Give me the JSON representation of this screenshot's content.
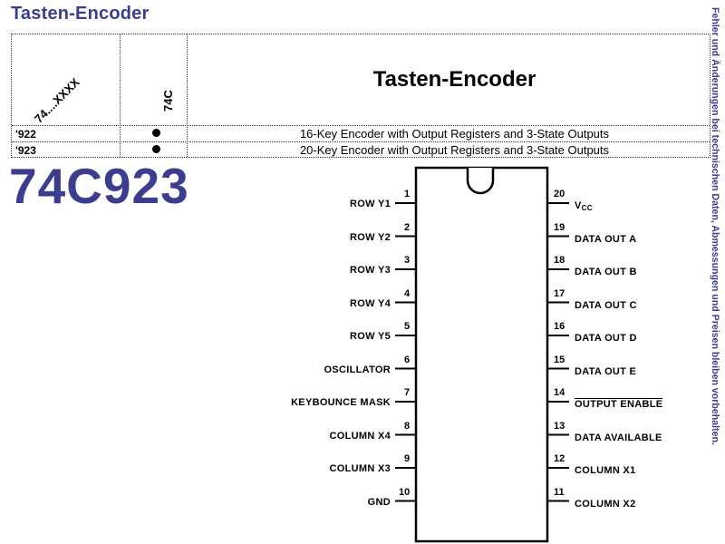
{
  "header": {
    "title": "Tasten-Encoder"
  },
  "side_note": "Fehler und Änderungen bei technischen Daten, Abmessungen und Preisen bleiben vorbehalten.",
  "part_number": "74C923",
  "variant_table": {
    "diag_label": "74....XXXX",
    "family_label": "74C",
    "title": "Tasten-Encoder",
    "rows": [
      {
        "code": "'922",
        "available": true,
        "description": "16-Key Encoder with Output Registers and 3-State Outputs"
      },
      {
        "code": "'923",
        "available": true,
        "description": "20-Key Encoder with Output Registers and 3-State Outputs"
      }
    ]
  },
  "pinout": {
    "left_pins": [
      {
        "num": "1",
        "label": "ROW Y1"
      },
      {
        "num": "2",
        "label": "ROW Y2"
      },
      {
        "num": "3",
        "label": "ROW Y3"
      },
      {
        "num": "4",
        "label": "ROW Y4"
      },
      {
        "num": "5",
        "label": "ROW Y5"
      },
      {
        "num": "6",
        "label": "OSCILLATOR"
      },
      {
        "num": "7",
        "label": "KEYBOUNCE MASK"
      },
      {
        "num": "8",
        "label": "COLUMN X4"
      },
      {
        "num": "9",
        "label": "COLUMN X3"
      },
      {
        "num": "10",
        "label": "GND"
      }
    ],
    "right_pins": [
      {
        "num": "20",
        "label": "V",
        "sub": "CC"
      },
      {
        "num": "19",
        "label": "DATA OUT A"
      },
      {
        "num": "18",
        "label": "DATA OUT B"
      },
      {
        "num": "17",
        "label": "DATA OUT C"
      },
      {
        "num": "16",
        "label": "DATA OUT D"
      },
      {
        "num": "15",
        "label": "DATA OUT E"
      },
      {
        "num": "14",
        "label": "OUTPUT ENABLE",
        "overline": true
      },
      {
        "num": "13",
        "label": "DATA AVAILABLE"
      },
      {
        "num": "12",
        "label": "COLUMN X1"
      },
      {
        "num": "11",
        "label": "COLUMN X2"
      }
    ]
  }
}
